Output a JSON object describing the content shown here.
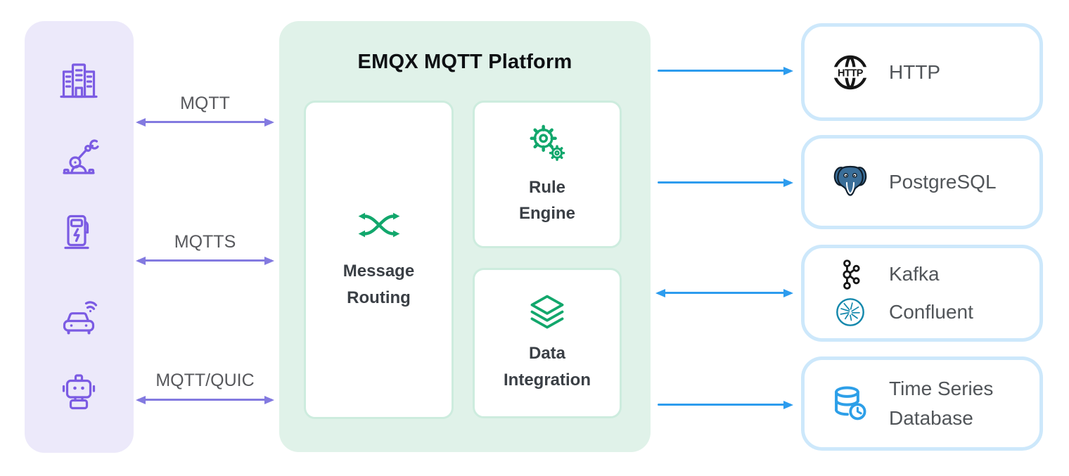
{
  "diagram": {
    "devices_panel": {
      "items": [
        {
          "name": "buildings",
          "icon": "building-icon"
        },
        {
          "name": "industrial-robot-arm",
          "icon": "robot-arm-icon"
        },
        {
          "name": "ev-charging-station",
          "icon": "ev-charger-icon"
        },
        {
          "name": "connected-car",
          "icon": "connected-car-icon"
        },
        {
          "name": "robot",
          "icon": "robot-icon"
        }
      ]
    },
    "protocol_links": [
      {
        "label": "MQTT",
        "direction": "both"
      },
      {
        "label": "MQTTS",
        "direction": "both"
      },
      {
        "label": "MQTT/QUIC",
        "direction": "both"
      }
    ],
    "platform": {
      "title": "EMQX MQTT Platform",
      "modules": [
        {
          "label": "Message Routing",
          "icon": "shuffle-icon"
        },
        {
          "label": "Rule Engine",
          "icon": "gears-icon"
        },
        {
          "label": "Data Integration",
          "icon": "layers-icon"
        }
      ]
    },
    "integration_links": [
      {
        "target": "HTTP",
        "direction": "right"
      },
      {
        "target": "PostgreSQL",
        "direction": "right"
      },
      {
        "target": "Kafka Confluent",
        "direction": "both"
      },
      {
        "target": "Time Series Database",
        "direction": "right"
      }
    ],
    "integrations": [
      {
        "label": "HTTP",
        "icon": "http-globe-icon"
      },
      {
        "label": "PostgreSQL",
        "icon": "postgresql-elephant-icon"
      },
      {
        "items": [
          {
            "label": "Kafka",
            "icon": "kafka-icon"
          },
          {
            "label": "Confluent",
            "icon": "confluent-icon"
          }
        ]
      },
      {
        "label": "Time Series Database",
        "icon": "time-series-database-icon"
      }
    ],
    "colors": {
      "devices_panel_bg": "#ECE9FA",
      "device_icon_purple": "#7B5BE3",
      "protocol_arrow_purple": "#837AE0",
      "protocol_label_gray": "#57585C",
      "platform_bg": "#E0F2E9",
      "platform_card_border": "#CDECDE",
      "platform_green": "#12A76C",
      "title_black": "#0E1013",
      "integration_arrow_blue": "#2D9CEE",
      "integration_border_blue": "#CDE8FB",
      "integration_label_gray": "#515559",
      "kafka_black": "#161616",
      "confluent_teal": "#1488AC",
      "postgres_blue": "#3A6E99",
      "tsdb_blue": "#2D9FE8"
    }
  }
}
